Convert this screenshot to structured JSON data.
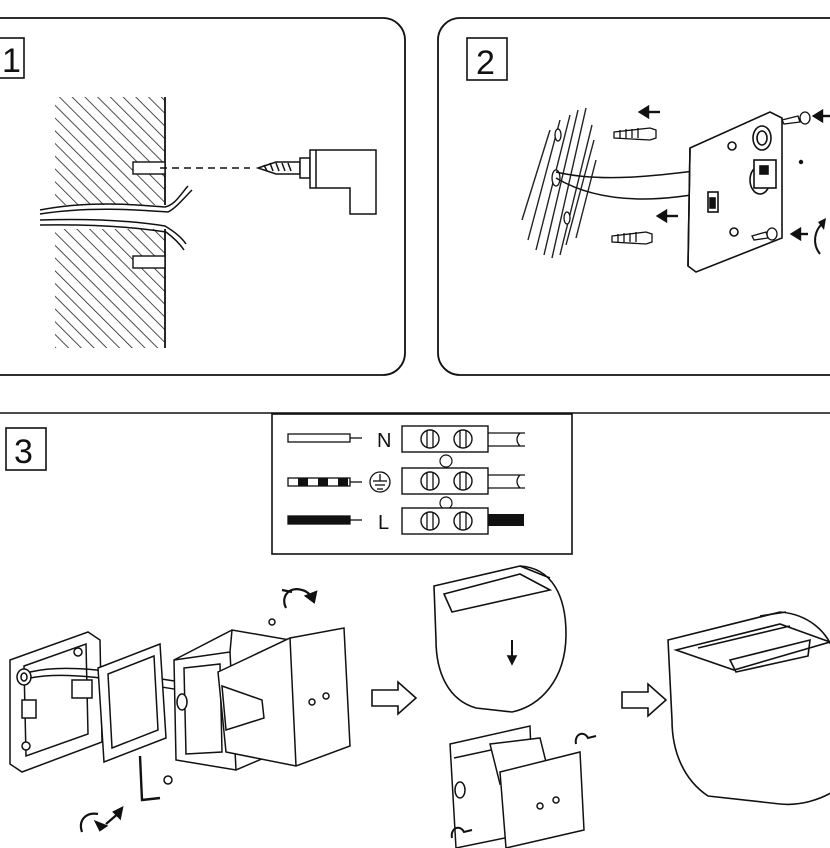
{
  "steps": {
    "step1": "1",
    "step2": "2",
    "step3": "3"
  },
  "terminal": {
    "neutral": "N",
    "live": "L"
  },
  "colors": {
    "stroke": "#111111",
    "panel_background": "#ffffff",
    "hatch": "#222222"
  },
  "icons": {
    "earth": "earth-ground-icon",
    "arrow_next": "hollow-arrow-right-icon",
    "rotate": "rotate-arrow-icon"
  }
}
